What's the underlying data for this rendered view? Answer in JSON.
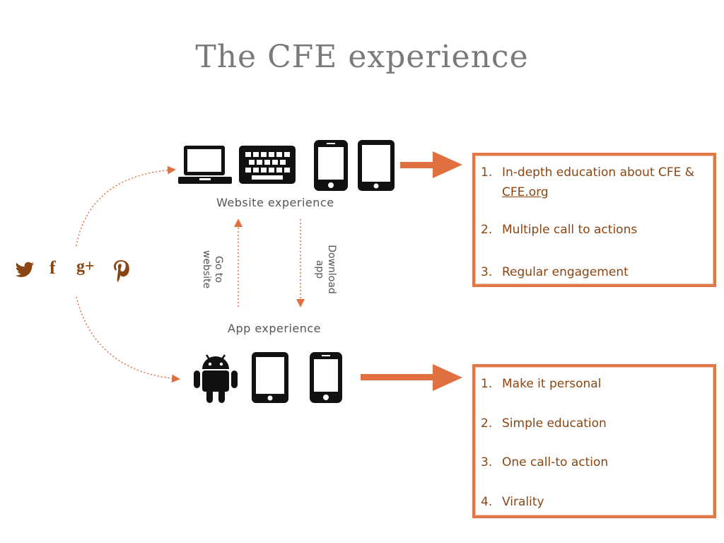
{
  "title": "The CFE experience",
  "labels": {
    "website_experience": "Website experience",
    "app_experience": "App experience",
    "go_to_website": "Go to website",
    "download_app": "Download app"
  },
  "social_icons": [
    "twitter-icon",
    "facebook-icon",
    "google-plus-icon",
    "pinterest-icon"
  ],
  "website_devices": [
    "laptop-icon",
    "keyboard-icon",
    "smartphone-icon",
    "tablet-icon"
  ],
  "app_devices": [
    "android-icon",
    "tablet-icon",
    "smartphone-icon"
  ],
  "website_box": {
    "items": [
      {
        "num": "1.",
        "text": "In-depth education about CFE &",
        "link": "CFE.org"
      },
      {
        "num": "2.",
        "text": "Multiple call to actions"
      },
      {
        "num": "3.",
        "text": "Regular engagement"
      }
    ]
  },
  "app_box": {
    "items": [
      {
        "num": "1.",
        "text": "Make it personal"
      },
      {
        "num": "2.",
        "text": "Simple education"
      },
      {
        "num": "3.",
        "text": "One call-to action"
      },
      {
        "num": "4.",
        "text": "Virality"
      }
    ]
  },
  "colors": {
    "accent": "#e07040",
    "text_brown": "#8b4513",
    "title_gray": "#7a7a7a",
    "icon_black": "#111111"
  }
}
